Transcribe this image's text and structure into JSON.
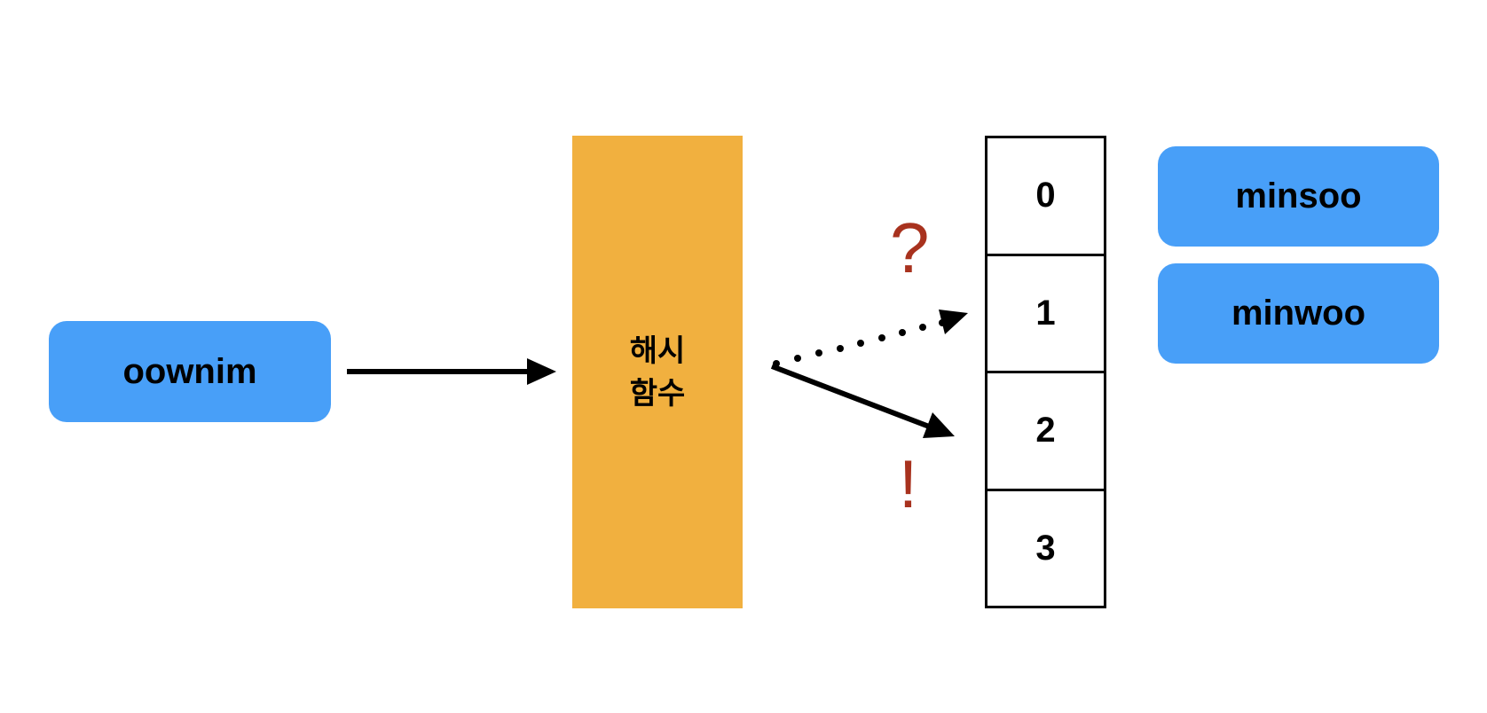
{
  "key": {
    "label": "oownim"
  },
  "hash_function": {
    "label": "해시\n함수"
  },
  "buckets": [
    {
      "index": "0"
    },
    {
      "index": "1"
    },
    {
      "index": "2"
    },
    {
      "index": "3"
    }
  ],
  "stored_entries": [
    {
      "label": "minsoo"
    },
    {
      "label": "minwoo"
    }
  ],
  "annotations": {
    "question": "?",
    "exclamation": "!"
  },
  "colors": {
    "entry_box": "#489ff8",
    "hash_block": "#f1b03f",
    "annotation": "#a8321e",
    "lines": "#000000"
  }
}
